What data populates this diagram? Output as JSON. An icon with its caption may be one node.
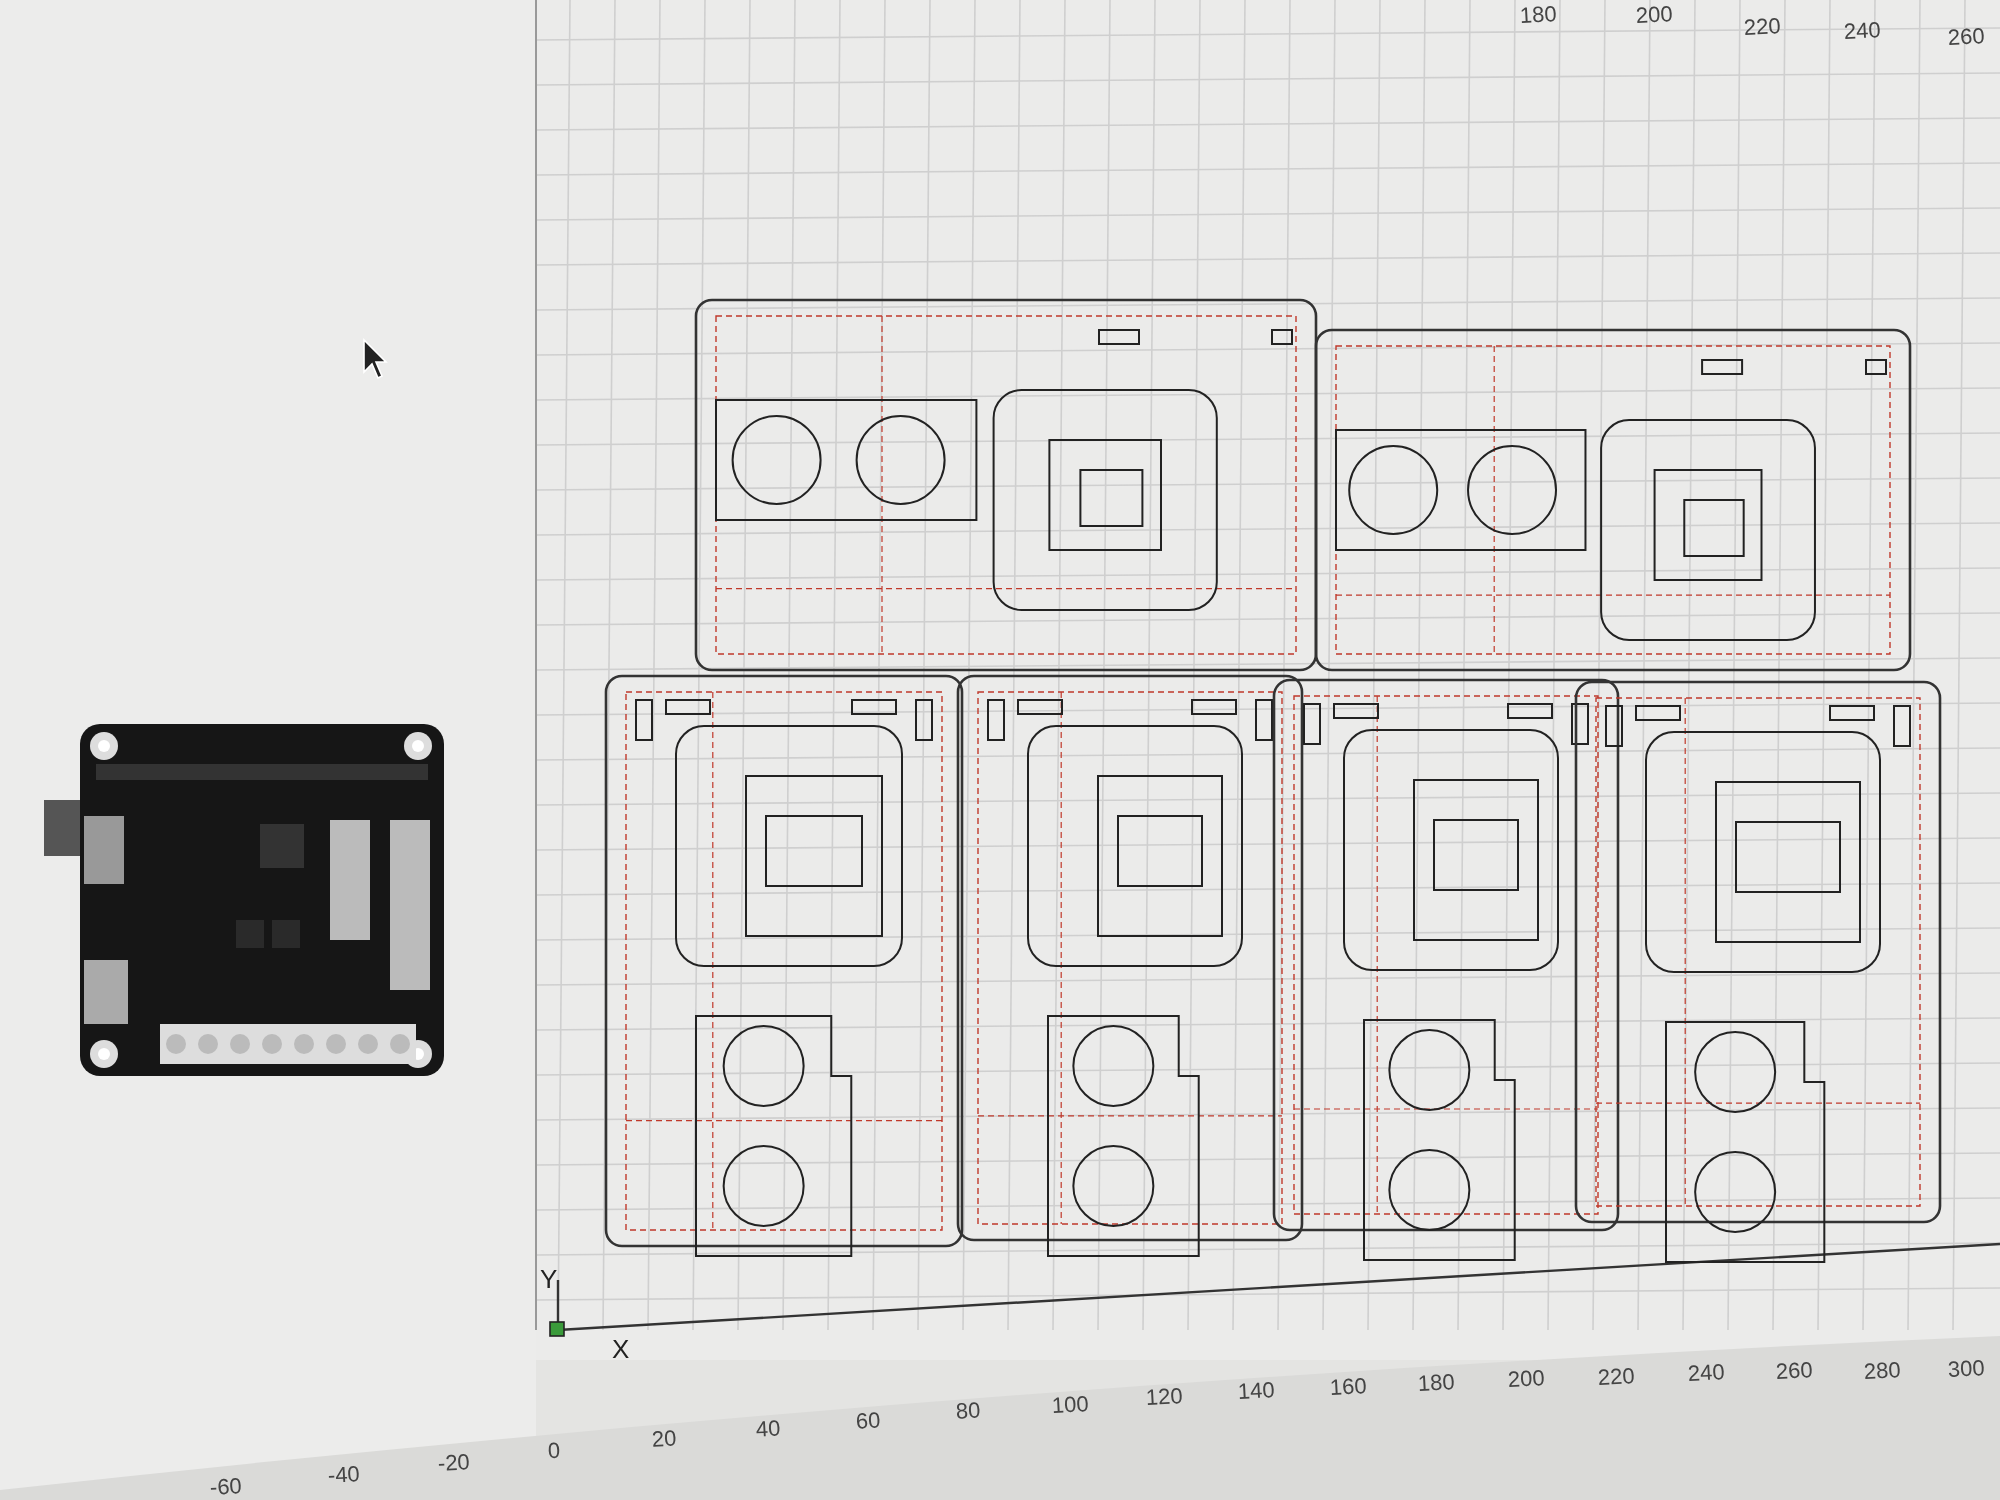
{
  "diagram": {
    "labels": [
      "180",
      "200",
      "220",
      "240",
      "260",
      "Y",
      "X",
      "-60",
      "-40",
      "-20",
      "0",
      "20",
      "40",
      "60",
      "80",
      "100",
      "120",
      "140",
      "160",
      "180",
      "200",
      "220",
      "240",
      "260",
      "280",
      "300"
    ]
  }
}
